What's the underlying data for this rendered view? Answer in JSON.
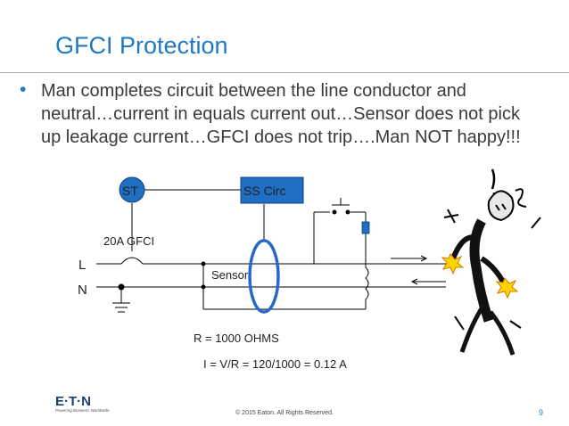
{
  "slide": {
    "title": "GFCI Protection",
    "bullet": "Man completes circuit between the line conductor and neutral…current in equals current out…Sensor does not pick up leakage current…GFCI does not trip….Man NOT happy!!!",
    "page_number": "9"
  },
  "diagram": {
    "st_label": "ST",
    "ss_label": "SS Circ",
    "gfci_label": "20A  GFCI",
    "l_label": "L",
    "n_label": "N",
    "sensor_label": "Sensor",
    "resistance": "R = 1000 OHMS",
    "current_formula": "I = V/R = 120/1000 = 0.12 A",
    "colors": {
      "box_fill": "#1f6fc4",
      "sensor_ring": "#2a68c8",
      "spark": "#ffd400"
    }
  },
  "footer": {
    "copyright": "© 2015 Eaton. All Rights Reserved.",
    "logo_text": "E·T·N",
    "logo_tagline": "Powering Business Worldwide"
  }
}
